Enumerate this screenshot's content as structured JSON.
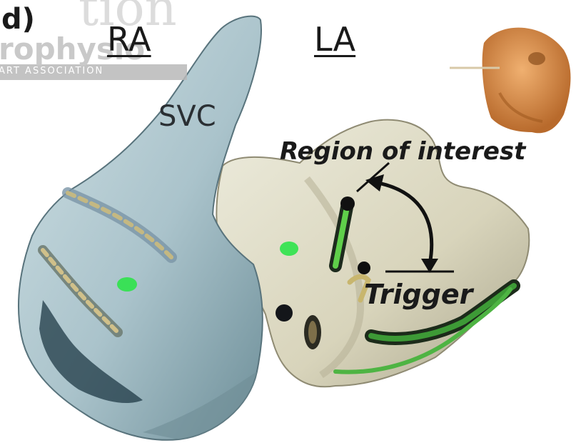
{
  "panel_label": "d)",
  "labels": {
    "ra": "RA",
    "la": "LA",
    "svc": "SVC",
    "region_of_interest": "Region of interest",
    "trigger": "Trigger"
  },
  "watermark": {
    "line1": "rophysio",
    "line2": "ART ASSOCIATION"
  },
  "colors": {
    "ra_surface": "#b5ccd3",
    "la_surface": "#ddd9c2",
    "catheter_green": "#3cb043",
    "marker_green": "#2ee34a",
    "annotation": "#111111"
  }
}
